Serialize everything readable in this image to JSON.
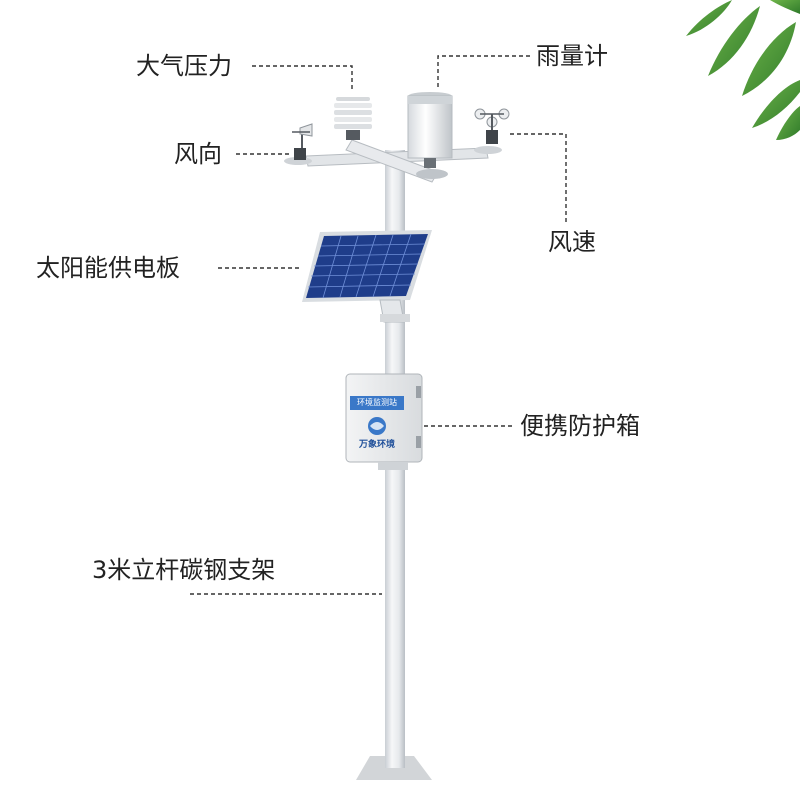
{
  "labels": {
    "pressure": "大气压力",
    "rain_gauge": "雨量计",
    "wind_direction": "风向",
    "wind_speed": "风速",
    "solar_panel": "太阳能供电板",
    "protective_box": "便携防护箱",
    "pole": "3米立杆碳钢支架"
  },
  "box": {
    "station_label": "环境监测站",
    "brand_name": "万象环境"
  },
  "colors": {
    "pole": "#e9ecef",
    "panel": "#1f3d8a",
    "leaf": "#4e9b3a"
  }
}
